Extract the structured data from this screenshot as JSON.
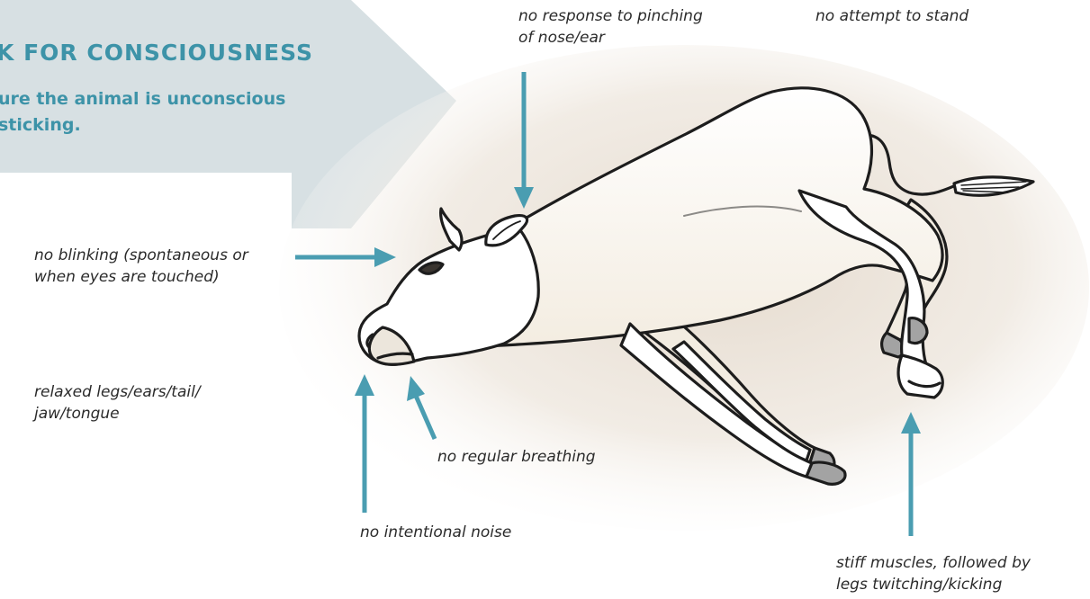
{
  "banner": {
    "title": "K FOR CONSCIOUSNESS",
    "text_line1": "ure the animal is unconscious",
    "text_line2": "sticking."
  },
  "labels": {
    "pinching_line1": "no response to pinching",
    "pinching_line2": "of nose/ear",
    "stand": "no attempt to stand",
    "blinking_line1": "no blinking (spontaneous or",
    "blinking_line2": "when eyes are touched)",
    "relaxed_line1": "relaxed legs/ears/tail/",
    "relaxed_line2": "jaw/tongue",
    "breathing": "no regular breathing",
    "noise": "no intentional noise",
    "stiff_line1": "stiff muscles, followed by",
    "stiff_line2": "legs twitching/kicking"
  },
  "colors": {
    "banner_bg": "#d7e0e3",
    "accent": "#3d93a8",
    "arrow": "#4a9db1",
    "shadow": "#e9e1d7",
    "hoof": "#a3a3a3",
    "body": "#ffffff",
    "outline": "#1d1d1d"
  }
}
